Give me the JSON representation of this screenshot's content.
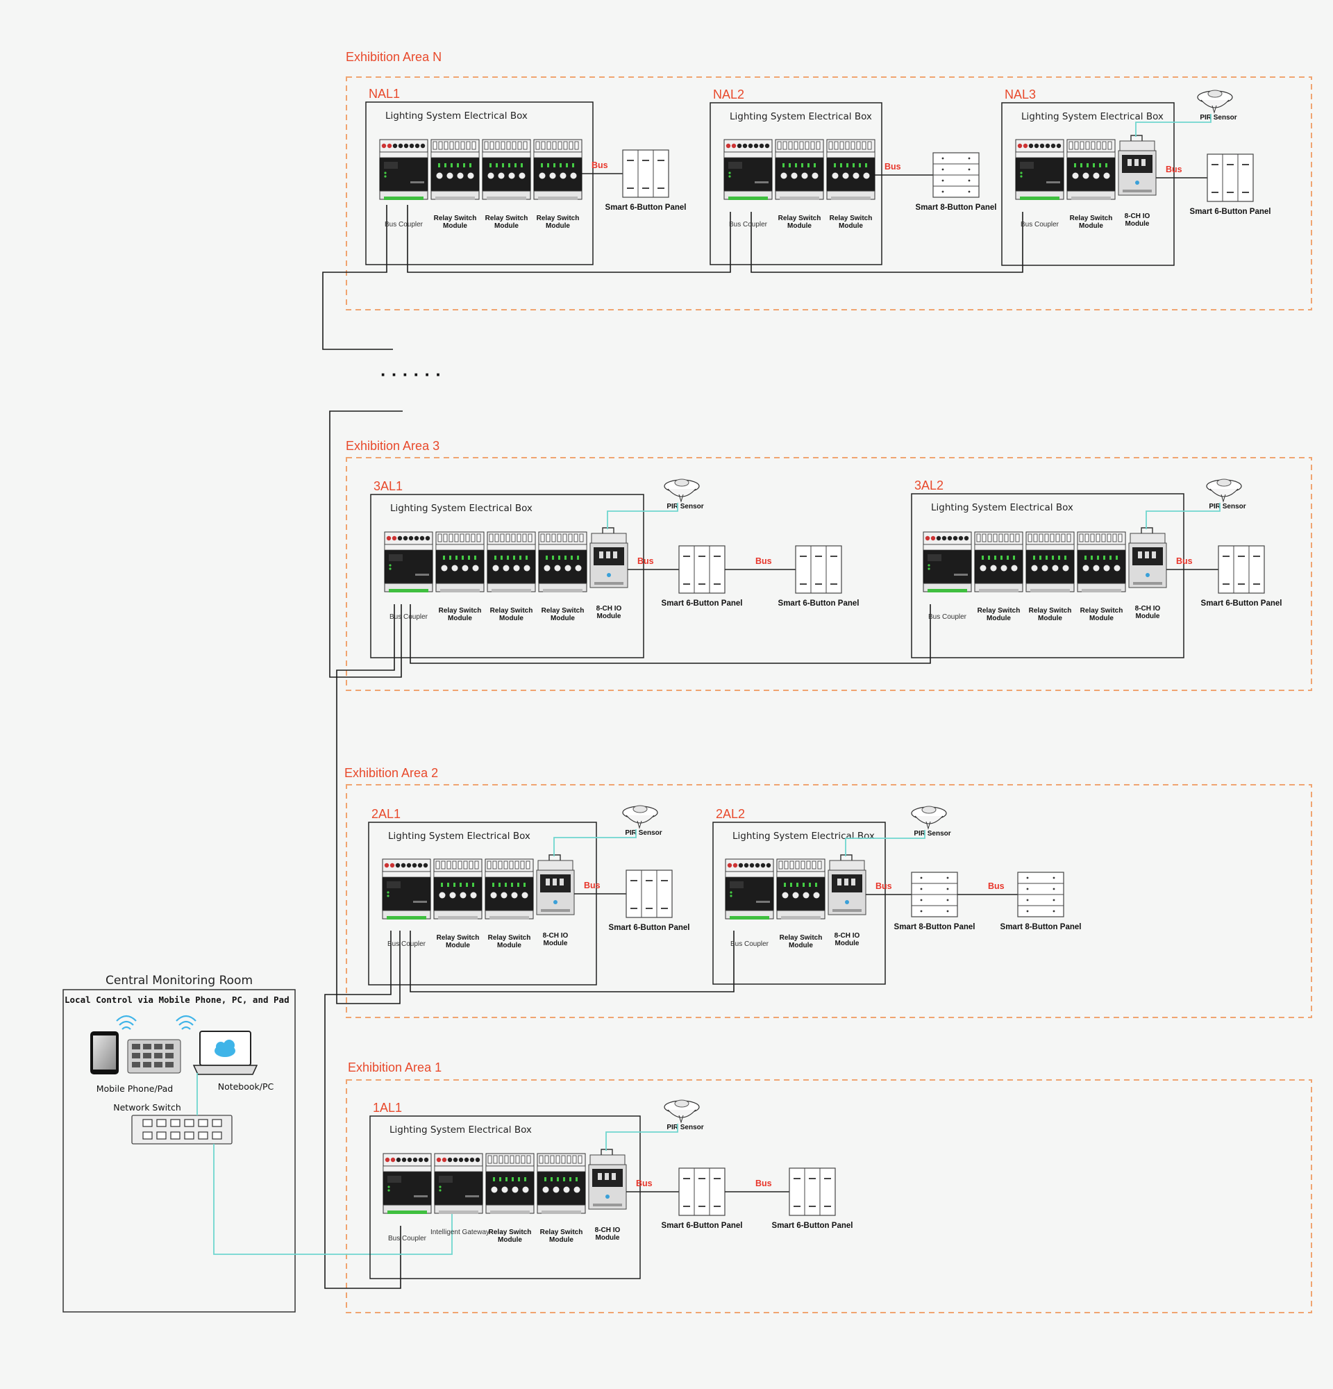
{
  "labels": {
    "box_title": "Lighting System Electrical Box",
    "bus": "Bus",
    "pir": "PIR Sensor",
    "bus_coupler": "Bus Coupler",
    "relay_l1": "Relay Switch",
    "relay_l2": "Module",
    "io_l1": "8-CH IO",
    "io_l2": "Module",
    "gateway": "Intelligent Gateway",
    "panel6": "Smart 6-Button Panel",
    "panel8": "Smart 8-Button Panel",
    "ellipsis": "· · · · · ·"
  },
  "areas": [
    {
      "id": "N",
      "title": "Exhibition Area N"
    },
    {
      "id": "3",
      "title": "Exhibition Area 3"
    },
    {
      "id": "2",
      "title": "Exhibition Area 2"
    },
    {
      "id": "1",
      "title": "Exhibition Area 1"
    }
  ],
  "boxes": [
    {
      "name": "NAL1",
      "modules": [
        "coupler",
        "relay",
        "relay",
        "relay"
      ],
      "panels": [
        "6"
      ],
      "pir": false
    },
    {
      "name": "NAL2",
      "modules": [
        "coupler",
        "relay",
        "relay"
      ],
      "panels": [
        "8"
      ],
      "pir": false
    },
    {
      "name": "NAL3",
      "modules": [
        "coupler",
        "relay",
        "io"
      ],
      "panels": [
        "6"
      ],
      "pir": true
    },
    {
      "name": "3AL1",
      "modules": [
        "coupler",
        "relay",
        "relay",
        "relay",
        "io"
      ],
      "panels": [
        "6",
        "6"
      ],
      "pir": true
    },
    {
      "name": "3AL2",
      "modules": [
        "coupler",
        "relay",
        "relay",
        "relay",
        "io"
      ],
      "panels": [
        "6"
      ],
      "pir": true
    },
    {
      "name": "2AL1",
      "modules": [
        "coupler",
        "relay",
        "relay",
        "io"
      ],
      "panels": [
        "6"
      ],
      "pir": true
    },
    {
      "name": "2AL2",
      "modules": [
        "coupler",
        "relay",
        "io"
      ],
      "panels": [
        "8",
        "8"
      ],
      "pir": true
    },
    {
      "name": "1AL1",
      "modules": [
        "coupler",
        "gateway",
        "relay",
        "relay",
        "io"
      ],
      "panels": [
        "6",
        "6"
      ],
      "pir": true
    }
  ],
  "room": {
    "title": "Central Monitoring Room",
    "subtitle": "Local Control via Mobile Phone, PC, and Pad",
    "phone_label": "Mobile Phone/Pad",
    "pc_label": "Notebook/PC",
    "switch_label": "Network Switch"
  },
  "colors": {
    "accent": "#e8492b",
    "data_line": "#6fd6cf",
    "wifi": "#3fb4e8",
    "line": "#1a1a1a",
    "dashed": "#f0a470"
  }
}
